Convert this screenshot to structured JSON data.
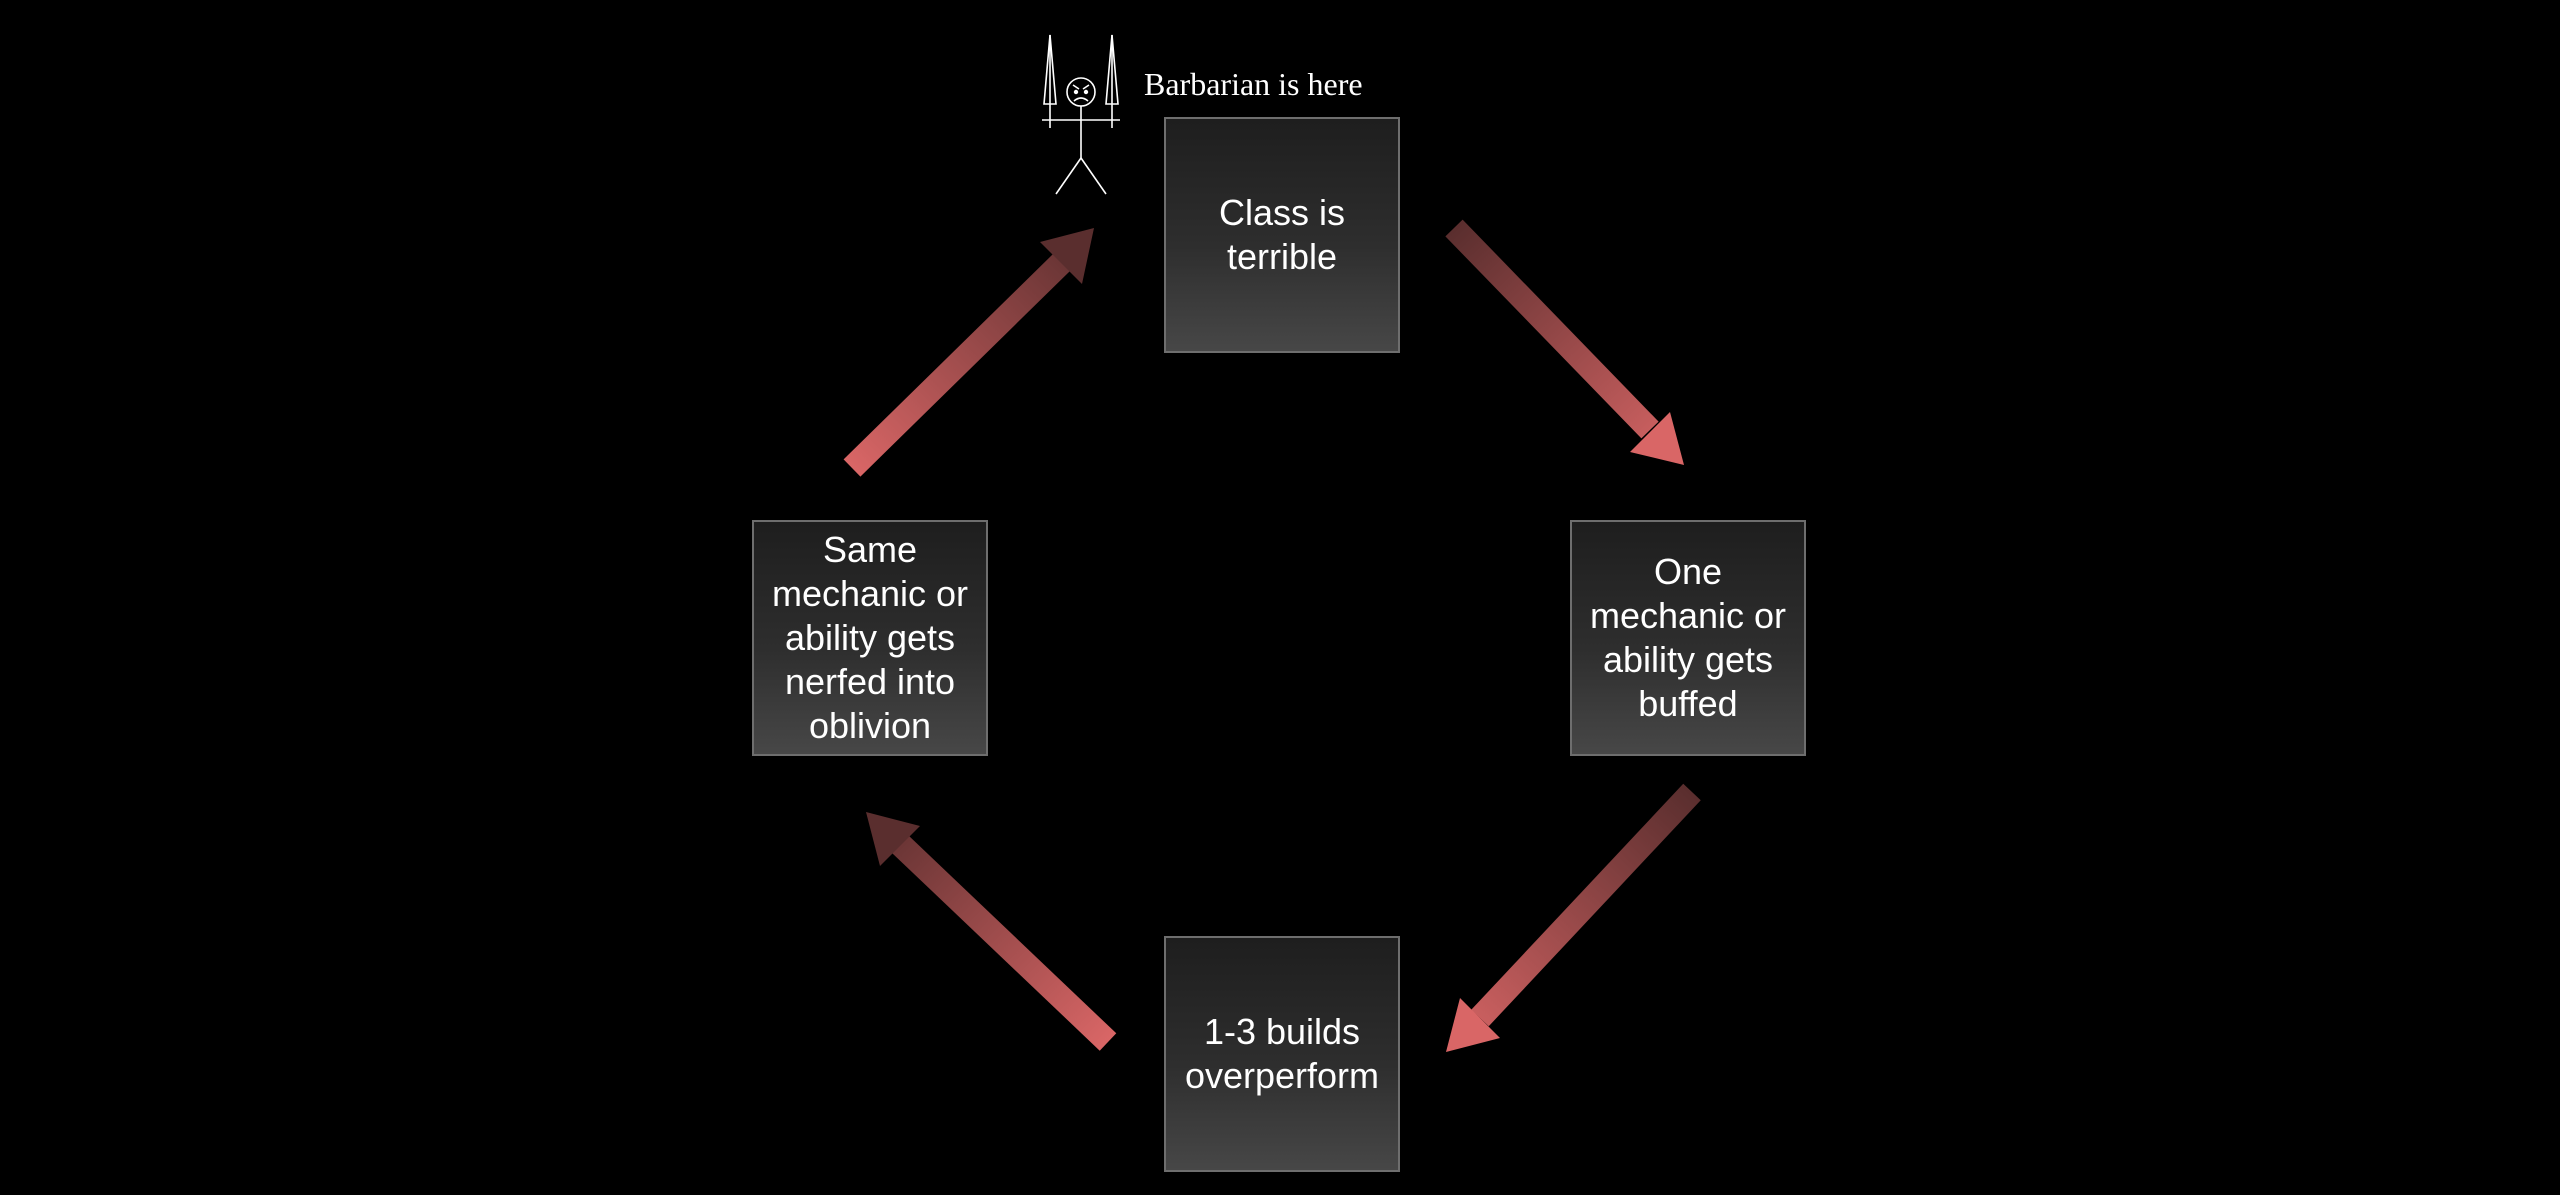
{
  "diagram": {
    "nodes": {
      "top": "Class is terrible",
      "right": "One mechanic or ability gets buffed",
      "bottom": "1-3 builds overperform",
      "left": "Same mechanic or ability gets nerfed into oblivion"
    },
    "annotation": {
      "label": "Barbarian is here",
      "icon": "angry-stick-figure-icon"
    },
    "colors": {
      "background": "#000000",
      "arrow_light": "#d96666",
      "arrow_dark": "#5a2e2e",
      "box_border": "#6e6e6e",
      "text": "#ffffff"
    }
  }
}
